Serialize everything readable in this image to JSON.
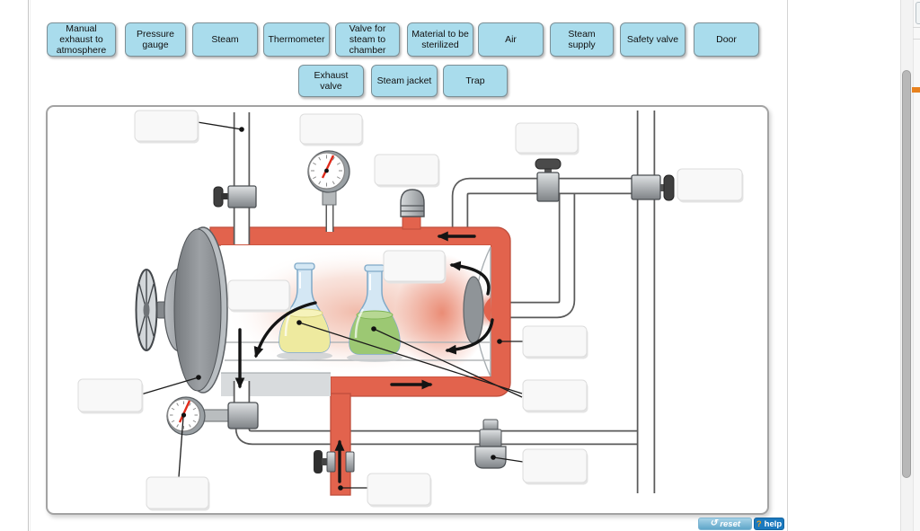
{
  "word_bank": {
    "row1": [
      "Manual exhaust to atmosphere",
      "Pressure gauge",
      "Steam",
      "Thermometer",
      "Valve for steam to chamber",
      "Material to be sterilized",
      "Air",
      "Steam supply",
      "Safety valve",
      "Door"
    ],
    "row2": [
      "Exhaust valve",
      "Steam jacket",
      "Trap"
    ]
  },
  "diagram": {
    "type": "autoclave-labeling-exercise",
    "drop_box_count": 13
  },
  "footer": {
    "reset_label": "reset",
    "reset_icon": "↺",
    "help_icon": "?",
    "help_label": "help"
  },
  "colors": {
    "chip_blue": "#a9dcec",
    "jacket_red": "#e2634d",
    "steam_pink": "#eda893",
    "flask_yellow": "#eeea9f",
    "flask_green": "#9cc873",
    "help_blue": "#1b79be",
    "accent_orange": "#e8821e"
  }
}
